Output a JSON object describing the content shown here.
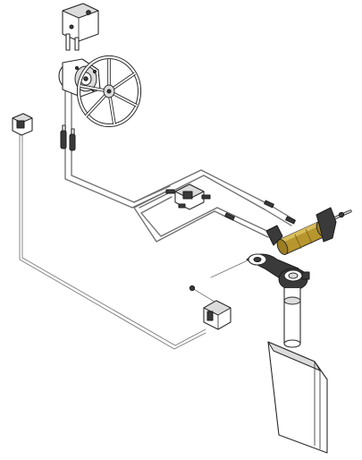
{
  "diagram": {
    "components": [
      "expansion-tank",
      "steering-wheel",
      "helm-pump",
      "remote-reservoir",
      "valve-block",
      "hydraulic-cylinder",
      "tiller-arm",
      "rudder-post",
      "rudder-blade",
      "electronic-control-box"
    ]
  },
  "colors": {
    "line": "#6e6e6e",
    "outline": "#2b2b2b",
    "cylinder_body": "#b8962e",
    "dark_part": "#3a3a3a",
    "background": "#ffffff"
  }
}
